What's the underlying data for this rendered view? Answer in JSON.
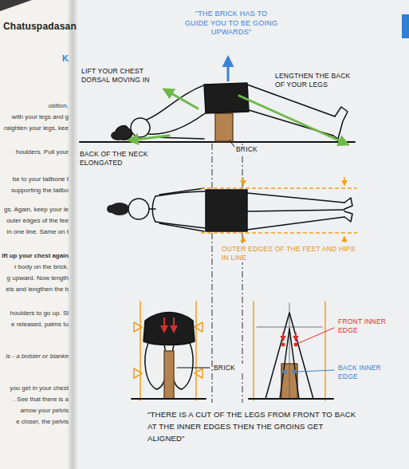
{
  "diagram": {
    "title": "Chatuspadasan",
    "labels": [
      "K",
      "osition.",
      "with your legs and g",
      "raighten your legs, kee",
      "houlders. Pull your",
      "be to your tailbone t",
      "supporting the tailbo",
      "gs. Again, keep your le",
      "outer edges of the fee",
      "in one line. Same on t",
      "ift up your chest again",
      "r body on the brick.",
      "g upward. Now length",
      "els and lengthen the b",
      "houlders to go up. Sl",
      "e released, palms tu",
      "ls - a bolster or blanke",
      "you get in your chest",
      ". See that there is a",
      "arrow your pelvis",
      "e closer, the pelvis",
      "\"THE BRICK HAS TO GUIDE YOU TO BE GOING UPWARDS\"",
      "LIFT YOUR CHEST DORSAL MOVING IN",
      "LENGTHEN THE BACK OF YOUR LEGS",
      "BACK OF THE NECK ELONGATED",
      "BRICK",
      "OUTER EDGES OF THE FEET AND HIPS IN LINE",
      "BRICK",
      "FRONT INNER EDGE",
      "BACK INNER EDGE",
      "\"THERE IS A CUT OF THE LEGS FROM FRONT TO BACK AT THE INNER EDGES THEN THE GROINS GET ALIGNED\""
    ]
  }
}
